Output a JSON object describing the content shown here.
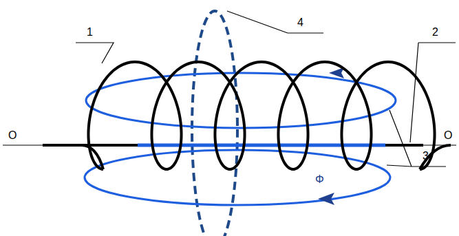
{
  "diagram": {
    "labels": [
      "1",
      "2",
      "3",
      "4",
      "O",
      "O",
      "Φ"
    ]
  }
}
